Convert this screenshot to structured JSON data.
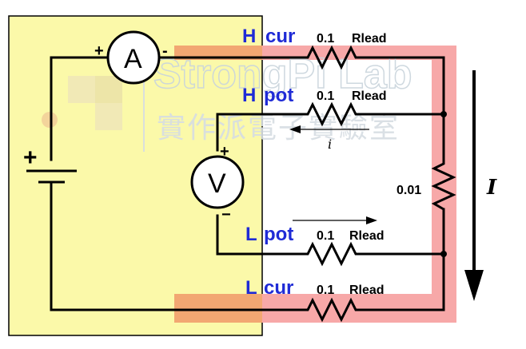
{
  "labels": {
    "hcur_letter": "H",
    "hcur_word": "cur",
    "hpot_letter": "H",
    "hpot_word": "pot",
    "lpot_letter": "L",
    "lpot_word": "pot",
    "lcur_letter": "L",
    "lcur_word": "cur"
  },
  "resistors": {
    "r1_value": "0.1",
    "r1_name": "Rlead",
    "r2_value": "0.1",
    "r2_name": "Rlead",
    "r3_value": "0.1",
    "r3_name": "Rlead",
    "r4_value": "0.1",
    "r4_name": "Rlead",
    "sample_value": "0.01"
  },
  "meters": {
    "ammeter": "A",
    "voltmeter": "V"
  },
  "currents": {
    "small": "i",
    "large": "I"
  },
  "signs": {
    "plus": "+",
    "minus": "−",
    "dash": "-"
  },
  "watermark": {
    "name": "StrongPi Lab",
    "subtitle": "實作派電子實驗室"
  },
  "colors": {
    "instrument_box": "#fbf9a9",
    "current_path": "#f7a8a8",
    "overlap_path": "#f2a772",
    "label_blue": "#1f2bd6"
  }
}
